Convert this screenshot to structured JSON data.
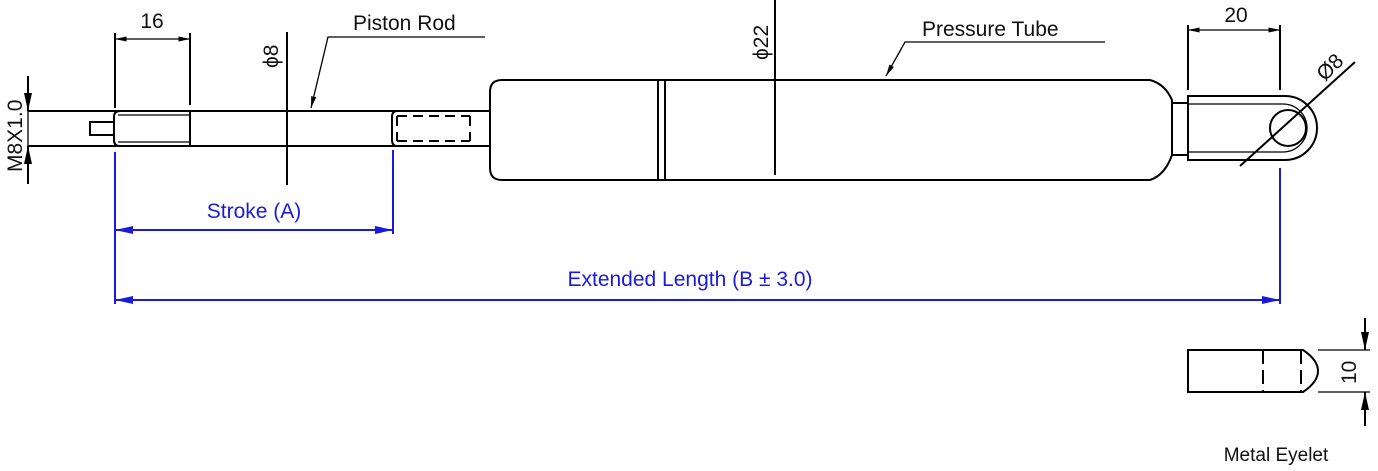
{
  "labels": {
    "thread": "M8X1.0",
    "thread_length": "16",
    "rod_diameter": "ϕ8",
    "piston_rod": "Piston Rod",
    "tube_diameter": "ϕ22",
    "pressure_tube": "Pressure Tube",
    "eyelet_length": "20",
    "eyelet_hole": "Ø8",
    "stroke": "Stroke (A)",
    "extended_length": "Extended Length (B ± 3.0)",
    "eyelet_thickness": "10",
    "metal_eyelet": "Metal Eyelet"
  },
  "colors": {
    "dimension_blue": "#1a1adb",
    "line": "#000000"
  }
}
